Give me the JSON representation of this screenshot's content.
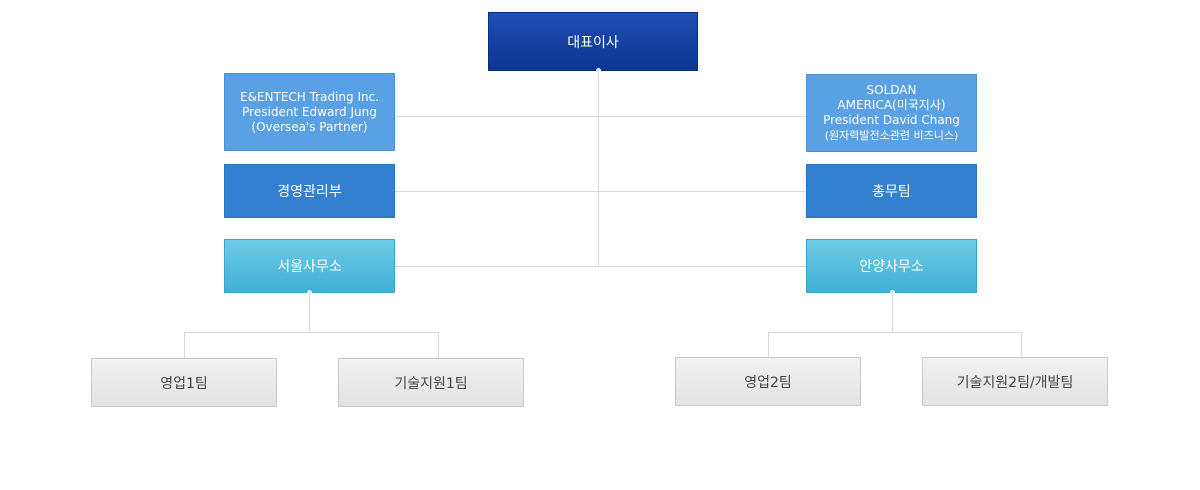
{
  "ceo": {
    "label": "대표이사"
  },
  "partners": {
    "left": {
      "lines": [
        "E&ENTECH Trading Inc.",
        "President Edward Jung",
        "(Oversea's Partner)"
      ]
    },
    "right": {
      "lines": [
        "SOLDAN",
        "AMERICA(미국지사)",
        "President David Chang",
        "(원자력발전소관련 비즈니스)"
      ]
    }
  },
  "departments": {
    "management": "경영관리부",
    "general_affairs": "총무팀"
  },
  "offices": {
    "seoul": "서울사무소",
    "anyang": "안양사무소"
  },
  "teams": {
    "sales1": "영업1팀",
    "tech_support1": "기술지원1팀",
    "sales2": "영업2팀",
    "tech_support2_dev": "기술지원2팀/개발팀"
  }
}
